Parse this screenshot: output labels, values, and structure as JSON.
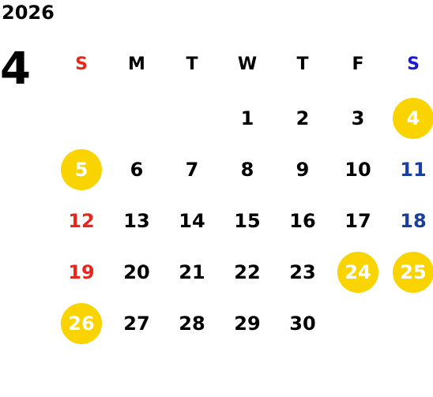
{
  "calendar": {
    "year": "2026",
    "month": "4",
    "weekdays": [
      "S",
      "M",
      "T",
      "W",
      "T",
      "F",
      "S"
    ],
    "weeks": [
      [
        {
          "d": "",
          "cls": "sun"
        },
        {
          "d": "",
          "cls": ""
        },
        {
          "d": "",
          "cls": ""
        },
        {
          "d": "1",
          "cls": ""
        },
        {
          "d": "2",
          "cls": ""
        },
        {
          "d": "3",
          "cls": ""
        },
        {
          "d": "4",
          "cls": "sat holiday"
        }
      ],
      [
        {
          "d": "5",
          "cls": "sun holiday"
        },
        {
          "d": "6",
          "cls": ""
        },
        {
          "d": "7",
          "cls": ""
        },
        {
          "d": "8",
          "cls": ""
        },
        {
          "d": "9",
          "cls": ""
        },
        {
          "d": "10",
          "cls": ""
        },
        {
          "d": "11",
          "cls": "sat"
        }
      ],
      [
        {
          "d": "12",
          "cls": "sun"
        },
        {
          "d": "13",
          "cls": ""
        },
        {
          "d": "14",
          "cls": ""
        },
        {
          "d": "15",
          "cls": ""
        },
        {
          "d": "16",
          "cls": ""
        },
        {
          "d": "17",
          "cls": ""
        },
        {
          "d": "18",
          "cls": "sat"
        }
      ],
      [
        {
          "d": "19",
          "cls": "sun"
        },
        {
          "d": "20",
          "cls": ""
        },
        {
          "d": "21",
          "cls": ""
        },
        {
          "d": "22",
          "cls": ""
        },
        {
          "d": "23",
          "cls": ""
        },
        {
          "d": "24",
          "cls": "holiday"
        },
        {
          "d": "25",
          "cls": "sat holiday"
        }
      ],
      [
        {
          "d": "26",
          "cls": "sun holiday"
        },
        {
          "d": "27",
          "cls": ""
        },
        {
          "d": "28",
          "cls": ""
        },
        {
          "d": "29",
          "cls": ""
        },
        {
          "d": "30",
          "cls": ""
        },
        {
          "d": "",
          "cls": ""
        },
        {
          "d": "",
          "cls": "sat"
        }
      ]
    ],
    "colors": {
      "sunday": "#e8261c",
      "saturday": "#1a3fa0",
      "highlight": "#f9d400"
    }
  }
}
